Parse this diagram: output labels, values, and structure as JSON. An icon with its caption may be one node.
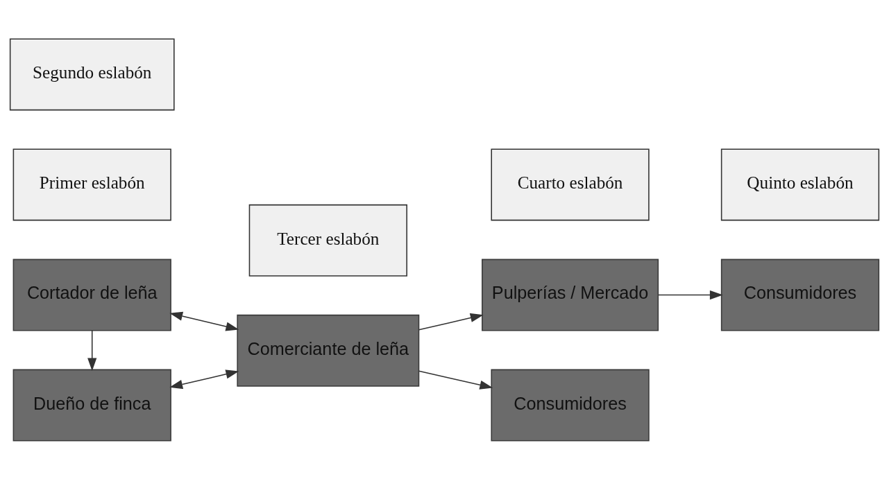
{
  "diagram": {
    "nodes": [
      {
        "text": [
          "Cortador de leña"
        ]
      },
      {
        "text": [
          "Dueño de finca"
        ]
      },
      {
        "text": [
          "Comerciante de leña"
        ]
      },
      {
        "text": [
          "Pulperías / Mercado"
        ]
      },
      {
        "text": [
          "Consumidores"
        ]
      },
      {
        "text": [
          "Consumidores"
        ]
      },
      {
        "text": [
          "Primer eslabón"
        ]
      },
      {
        "text": [
          "Segundo eslabón"
        ]
      },
      {
        "text": [
          "Tercer eslabón"
        ]
      },
      {
        "text": [
          "Cuarto eslabón"
        ]
      },
      {
        "text": [
          "Quinto eslabón"
        ]
      }
    ],
    "edges": [
      {
        "from": 0,
        "to": 1,
        "arrow": "to"
      },
      {
        "from": 0,
        "to": 2,
        "arrow": "both"
      },
      {
        "from": 1,
        "to": 2,
        "arrow": "both"
      },
      {
        "from": 2,
        "to": 3,
        "arrow": "to"
      },
      {
        "from": 2,
        "to": 5,
        "arrow": "to"
      },
      {
        "from": 3,
        "to": 4,
        "arrow": "to"
      }
    ]
  }
}
